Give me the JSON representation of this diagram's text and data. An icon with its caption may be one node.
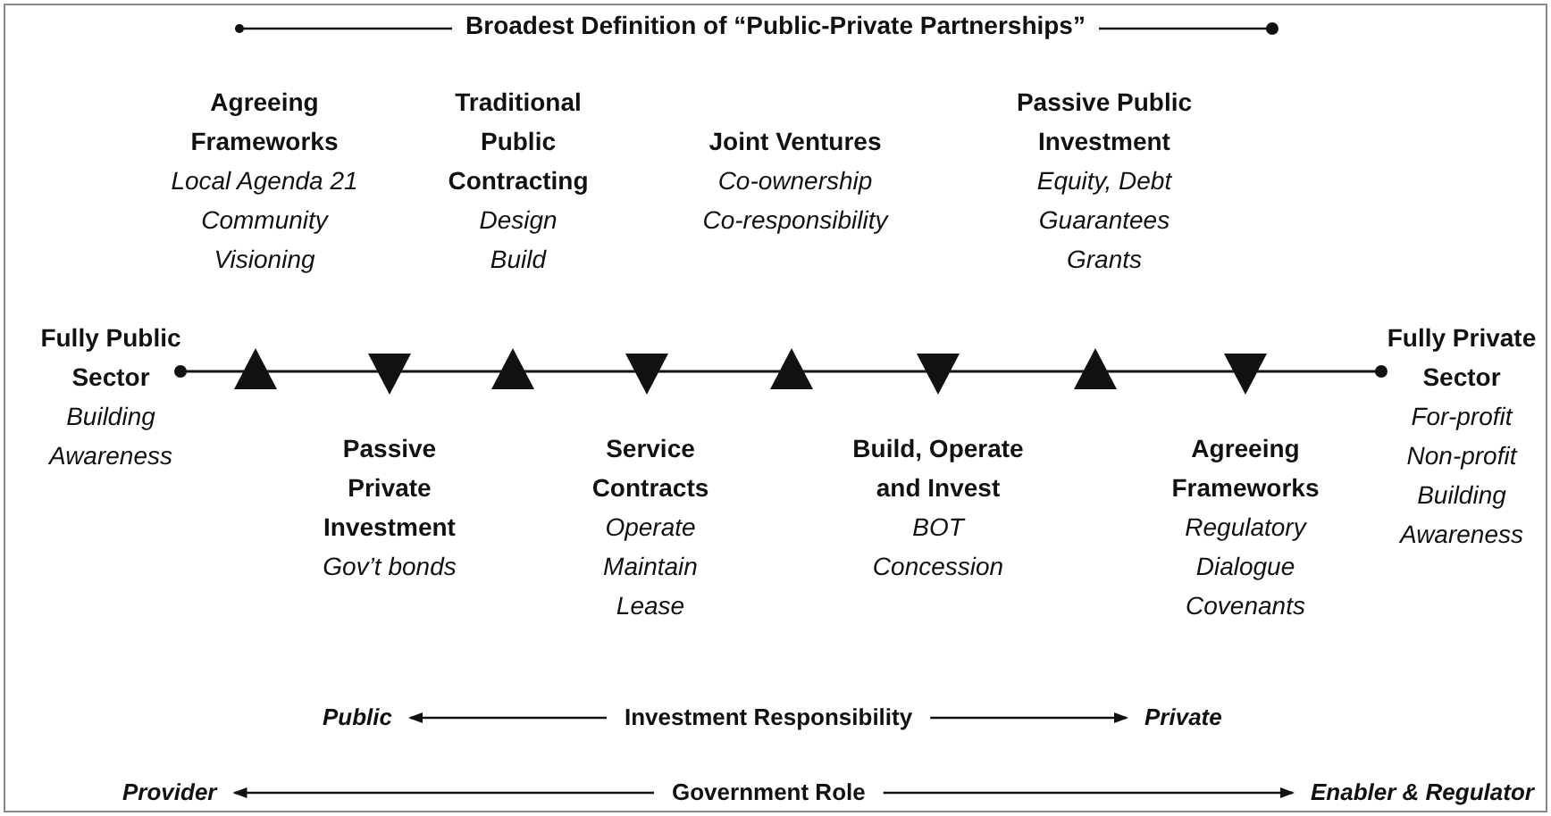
{
  "diagram": {
    "title": "Broadest Definition of “Public-Private Partnerships”",
    "nodes": [
      {
        "text": [
          "Public"
        ]
      },
      {
        "text": [
          "Investment Responsibility"
        ]
      },
      {
        "text": [
          "Private"
        ]
      },
      {
        "text": [
          "Provider"
        ]
      },
      {
        "text": [
          "Government Role"
        ]
      },
      {
        "text": [
          "Enabler & Regulator"
        ]
      }
    ],
    "edges": [
      {
        "from": 1,
        "to": 0,
        "arrow": "to"
      },
      {
        "from": 1,
        "to": 2,
        "arrow": "to"
      },
      {
        "from": 4,
        "to": 3,
        "arrow": "to"
      },
      {
        "from": 4,
        "to": 5,
        "arrow": "to"
      }
    ],
    "labels": [
      "Fully Public Sector",
      "Building Awareness",
      "Agreeing Frameworks",
      "Local Agenda 21",
      "Community",
      "Visioning",
      "Traditional Public Contracting",
      "Design",
      "Build",
      "Joint Ventures",
      "Co-ownership",
      "Co-responsibility",
      "Passive Public Investment",
      "Equity, Debt",
      "Guarantees",
      "Grants",
      "Fully Private Sector",
      "For-profit",
      "Non-profit",
      "Building Awareness",
      "Passive Private Investment",
      "Gov’t bonds",
      "Service Contracts",
      "Operate",
      "Maintain",
      "Lease",
      "Build, Operate and Invest",
      "BOT",
      "Concession",
      "Agreeing Frameworks",
      "Regulatory",
      "Dialogue",
      "Covenants"
    ]
  }
}
